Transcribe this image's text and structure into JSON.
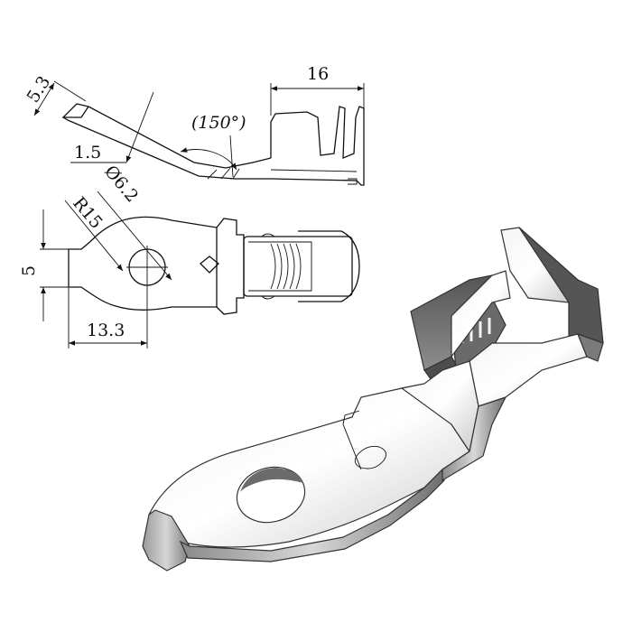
{
  "dimensions": {
    "tab_height": "5.3",
    "thickness": "1.5",
    "bend_angle": "(150°)",
    "barrel_length": "16",
    "hole_diameter": "Ø6.2",
    "pad_radius": "R15",
    "pad_width": "5",
    "pad_length": "13.3"
  }
}
